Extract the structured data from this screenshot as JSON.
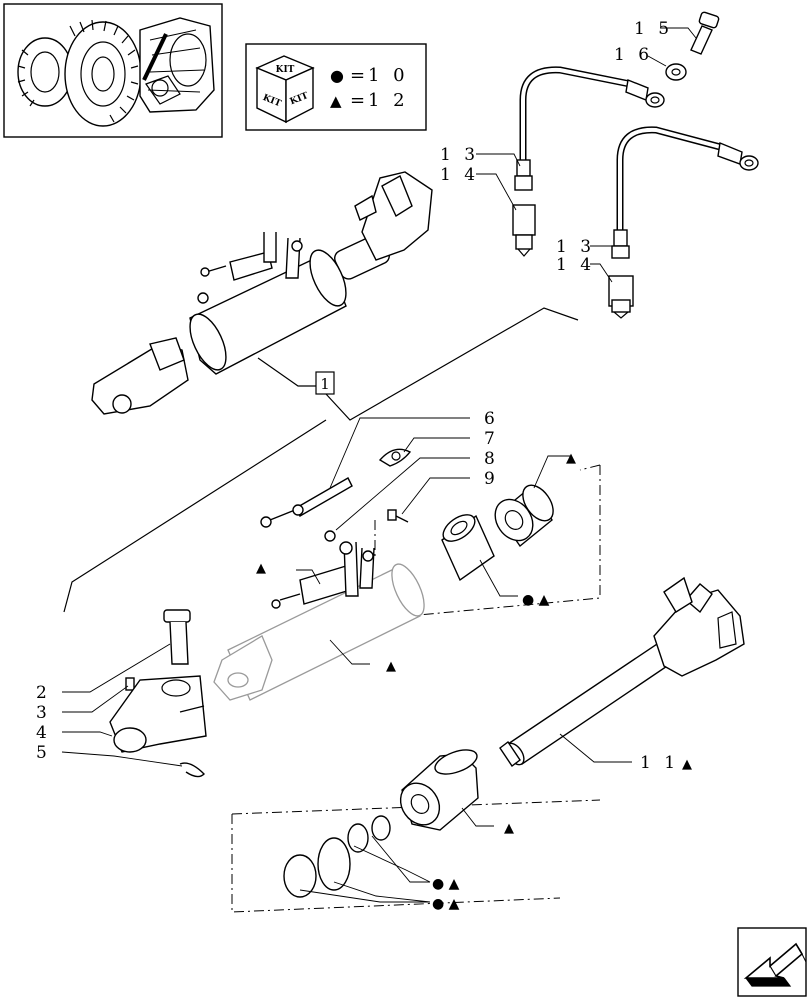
{
  "kit_legend": {
    "badge_text": "KIT",
    "rows": [
      {
        "symbol": "●",
        "equals": "=",
        "value": "1 0"
      },
      {
        "symbol": "▲",
        "equals": "=",
        "value": "1 2"
      }
    ]
  },
  "assembly_ref": "1",
  "callouts": {
    "c2": "2",
    "c3": "3",
    "c4": "4",
    "c5": "5",
    "c6": "6",
    "c7": "7",
    "c8": "8",
    "c9": "9",
    "c11": "1 1",
    "c13a": "1 3",
    "c14a": "1 4",
    "c13b": "1 3",
    "c14b": "1 4",
    "c15": "1 5",
    "c16": "1 6"
  },
  "kit_marks": {
    "triangle": "▲",
    "dot": "●",
    "dot_triangle": "● ▲"
  },
  "nav": {
    "icon": "arrow-icon"
  }
}
